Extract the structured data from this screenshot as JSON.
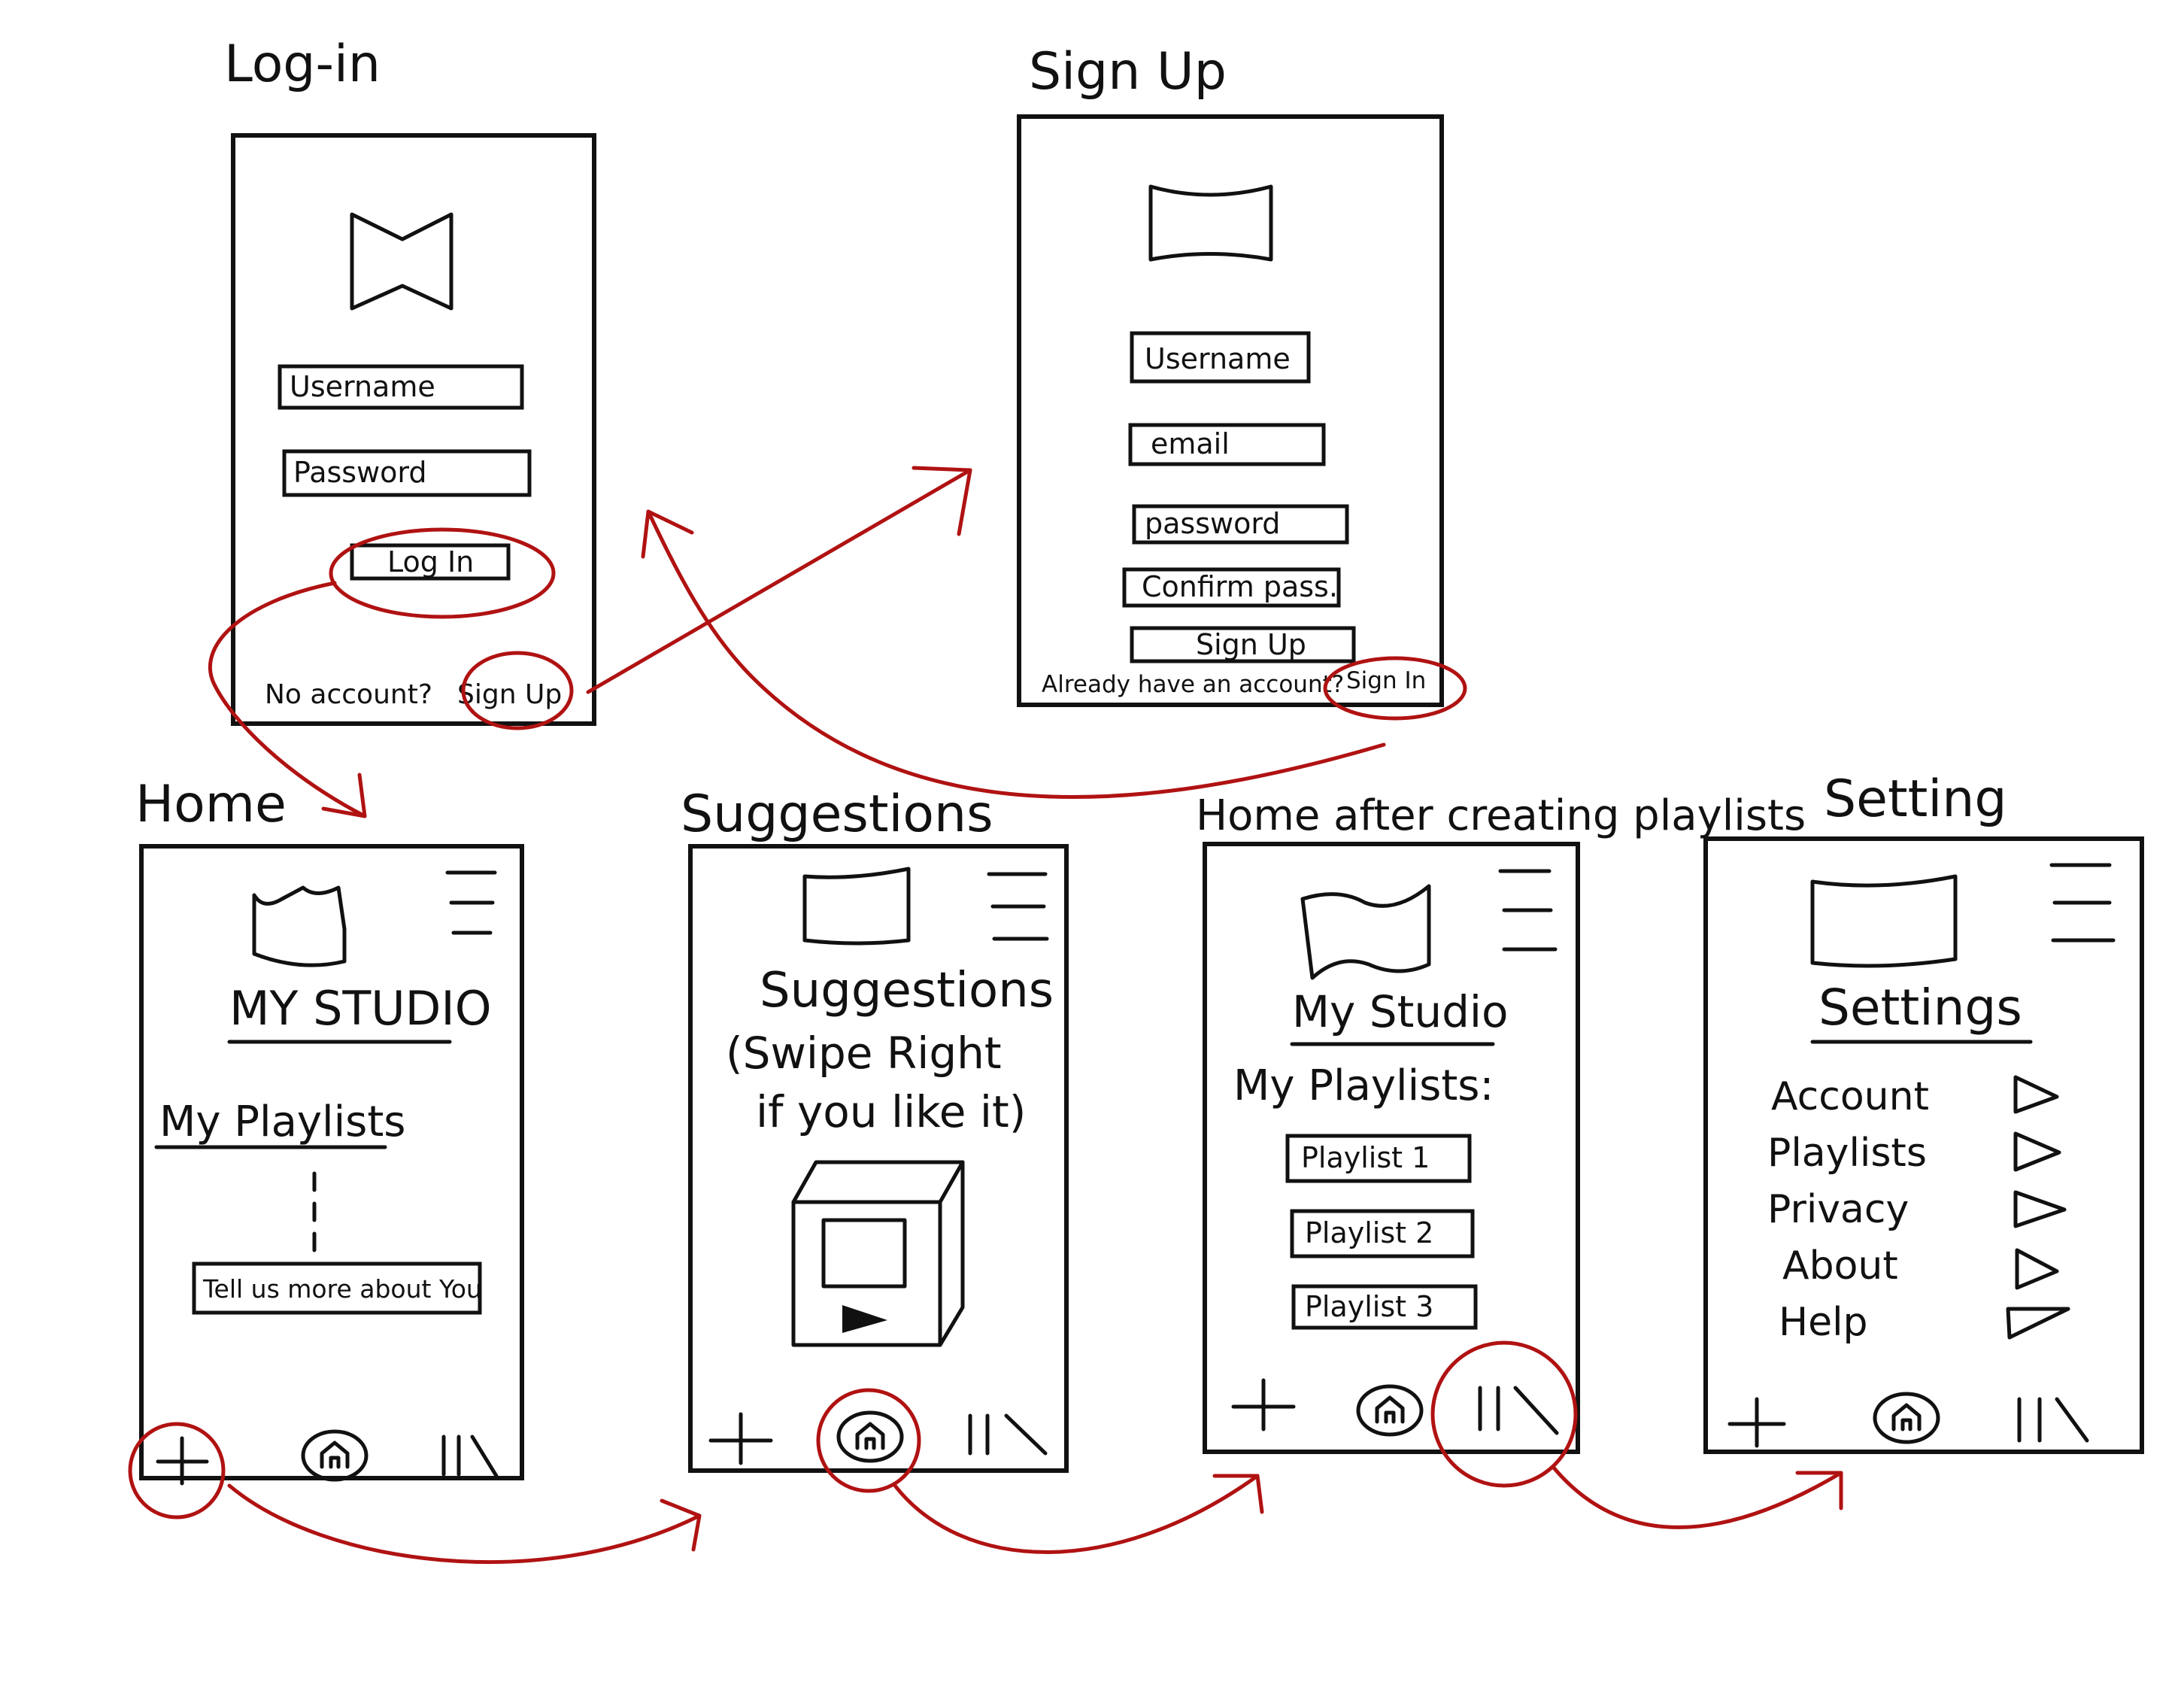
{
  "screens": {
    "login": {
      "title": "Log-in",
      "username_field": "Username",
      "password_field": "Password",
      "login_button": "Log In",
      "no_account_text": "No account?",
      "signup_link": "Sign Up"
    },
    "signup": {
      "title": "Sign Up",
      "username_field": "Username",
      "email_field": "email",
      "password_field": "password",
      "confirm_field": "Confirm pass.",
      "signup_button": "Sign Up",
      "already_text": "Already have an account?",
      "signin_link": "Sign In"
    },
    "home": {
      "title": "Home",
      "studio_heading": "MY STUDIO",
      "playlists_heading": "My Playlists",
      "tell_us_button": "Tell us more about You"
    },
    "suggestions": {
      "title": "Suggestions",
      "heading": "Suggestions",
      "subtitle_line1": "(Swipe Right",
      "subtitle_line2": "if you like it)"
    },
    "home_after": {
      "title": "Home after creating playlists",
      "studio_heading": "My Studio",
      "playlists_heading": "My Playlists:",
      "playlists": [
        "Playlist 1",
        "Playlist 2",
        "Playlist 3"
      ]
    },
    "settings": {
      "title": "Setting",
      "heading": "Settings",
      "items": [
        "Account",
        "Playlists",
        "Privacy",
        "About",
        "Help"
      ]
    }
  },
  "icons": {
    "logo": "banner-logo-icon",
    "menu": "hamburger-menu-icon",
    "add": "plus-icon",
    "home": "home-icon",
    "library": "library-icon",
    "chevron": "triangle-right-icon"
  },
  "colors": {
    "ink": "#111111",
    "annotation": "#b01212",
    "paper": "#ffffff"
  }
}
